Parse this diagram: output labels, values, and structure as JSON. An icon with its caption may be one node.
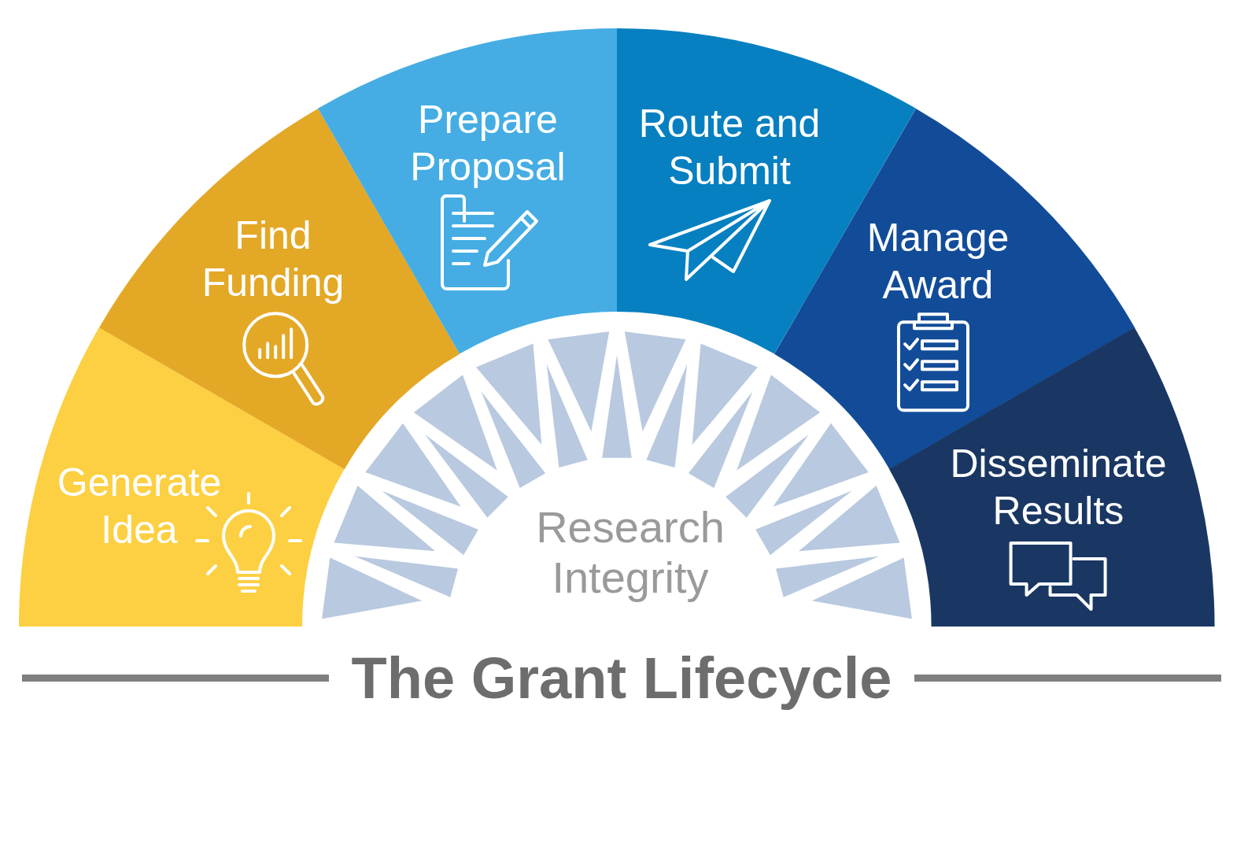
{
  "diagram": {
    "title": "The Grant Lifecycle",
    "nodes": [
      {
        "text": [
          "Generate Idea"
        ]
      },
      {
        "text": [
          "Find Funding"
        ]
      },
      {
        "text": [
          "Prepare Proposal"
        ]
      },
      {
        "text": [
          "Route and Submit"
        ]
      },
      {
        "text": [
          "Manage Award"
        ]
      },
      {
        "text": [
          "Disseminate Results"
        ]
      },
      {
        "text": [
          "Research Integrity"
        ]
      }
    ]
  }
}
